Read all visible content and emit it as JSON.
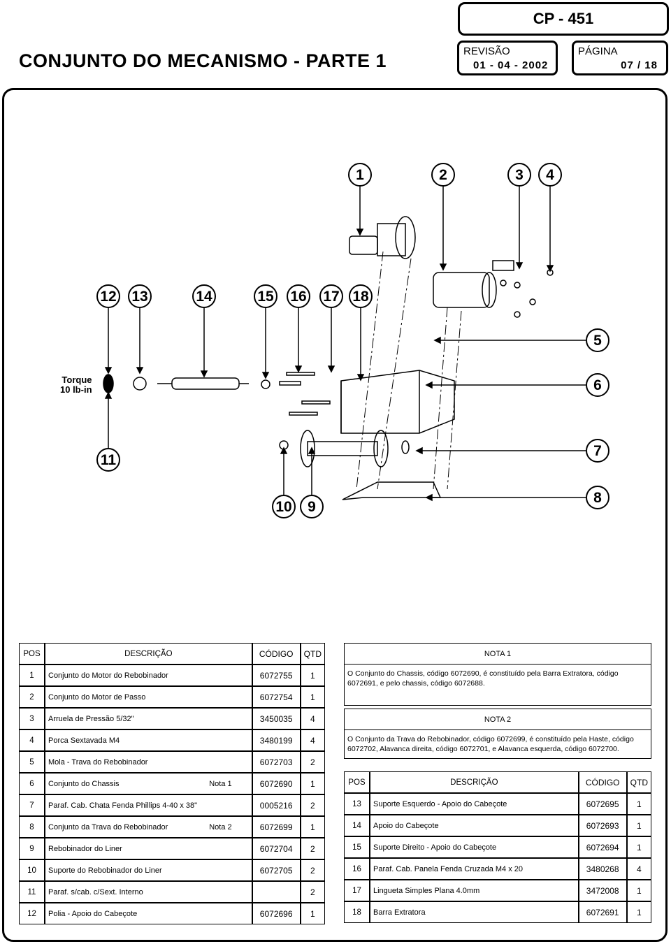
{
  "header": {
    "title": "CONJUNTO DO MECANISMO - PARTE 1",
    "doc_code": "CP - 451",
    "revision_label": "REVISÃO",
    "revision_value": "01 - 04 - 2002",
    "page_label": "PÁGINA",
    "page_value": "07 / 18"
  },
  "drawing": {
    "torque_label_1": "Torque",
    "torque_label_2": "10 lb-in",
    "callouts": [
      "1",
      "2",
      "3",
      "4",
      "5",
      "6",
      "7",
      "8",
      "9",
      "10",
      "11",
      "12",
      "13",
      "14",
      "15",
      "16",
      "17",
      "18"
    ]
  },
  "parts_table_left": {
    "headers": [
      "POS",
      "DESCRIÇÃO",
      "CÓDIGO",
      "QTD"
    ],
    "rows": [
      {
        "pos": "1",
        "desc": "Conjunto do Motor do Rebobinador",
        "note": "",
        "code": "6072755",
        "qty": "1"
      },
      {
        "pos": "2",
        "desc": "Conjunto do Motor de Passo",
        "note": "",
        "code": "6072754",
        "qty": "1"
      },
      {
        "pos": "3",
        "desc": "Arruela de Pressão 5/32\"",
        "note": "",
        "code": "3450035",
        "qty": "4"
      },
      {
        "pos": "4",
        "desc": "Porca Sextavada M4",
        "note": "",
        "code": "3480199",
        "qty": "4"
      },
      {
        "pos": "5",
        "desc": "Mola - Trava do Rebobinador",
        "note": "",
        "code": "6072703",
        "qty": "2"
      },
      {
        "pos": "6",
        "desc": "Conjunto do Chassis",
        "note": "Nota 1",
        "code": "6072690",
        "qty": "1"
      },
      {
        "pos": "7",
        "desc": "Paraf. Cab. Chata Fenda Phillips 4-40 x 38\"",
        "note": "",
        "code": "0005216",
        "qty": "2"
      },
      {
        "pos": "8",
        "desc": "Conjunto da Trava do Rebobinador",
        "note": "Nota 2",
        "code": "6072699",
        "qty": "1"
      },
      {
        "pos": "9",
        "desc": "Rebobinador do Liner",
        "note": "",
        "code": "6072704",
        "qty": "2"
      },
      {
        "pos": "10",
        "desc": "Suporte do Rebobinador do Liner",
        "note": "",
        "code": "6072705",
        "qty": "2"
      },
      {
        "pos": "11",
        "desc": "Paraf. s/cab. c/Sext. Interno",
        "note": "",
        "code": "",
        "qty": "2"
      },
      {
        "pos": "12",
        "desc": "Polia - Apoio do Cabeçote",
        "note": "",
        "code": "6072696",
        "qty": "1"
      }
    ]
  },
  "parts_table_right": {
    "headers": [
      "POS",
      "DESCRIÇÃO",
      "CÓDIGO",
      "QTD"
    ],
    "rows": [
      {
        "pos": "13",
        "desc": "Suporte Esquerdo - Apoio do Cabeçote",
        "code": "6072695",
        "qty": "1"
      },
      {
        "pos": "14",
        "desc": "Apoio do Cabeçote",
        "code": "6072693",
        "qty": "1"
      },
      {
        "pos": "15",
        "desc": "Suporte Direito - Apoio do Cabeçote",
        "code": "6072694",
        "qty": "1"
      },
      {
        "pos": "16",
        "desc": "Paraf. Cab. Panela Fenda Cruzada M4 x 20",
        "code": "3480268",
        "qty": "4"
      },
      {
        "pos": "17",
        "desc": "Lingueta Simples Plana 4.0mm",
        "code": "3472008",
        "qty": "1"
      },
      {
        "pos": "18",
        "desc": "Barra Extratora",
        "code": "6072691",
        "qty": "1"
      }
    ]
  },
  "notes": {
    "note1_title": "NOTA 1",
    "note1_text": "O Conjunto do Chassis, código 6072690, é constituído pela Barra Extratora, código 6072691, e pelo chassis, código 6072688.",
    "note2_title": "NOTA 2",
    "note2_text": "O Conjunto da Trava do Rebobinador, código 6072699, é constituído pela Haste, código 6072702, Alavanca direita, código 6072701, e Alavanca esquerda, código 6072700."
  }
}
